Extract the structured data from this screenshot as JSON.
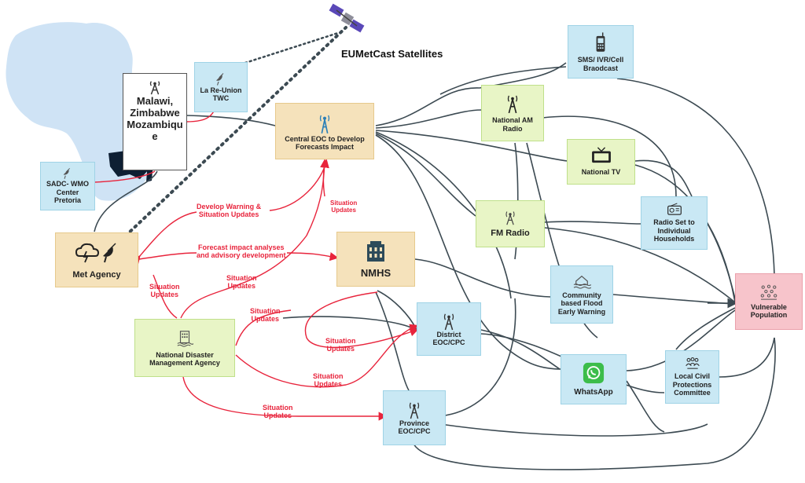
{
  "satellites_label": "EUMetCast Satellites",
  "nodes": {
    "malawi": "Malawi,\nZimbabwe\nMozambiqu\ne",
    "la_reunion": "La Re-Union\nTWC",
    "sadc": "SADC- WMO\nCenter\nPretoria",
    "central_eoc": "Central EOC to  Develop\nForecasts Impact",
    "met_agency": "Met Agency",
    "nmhs": "NMHS",
    "ndma": "National Disaster\nManagement Agency",
    "district": "District\nEOC/CPC",
    "province": "Province\nEOC/CPC",
    "sms": "SMS/ IVR/Cell\nBraodcast",
    "am_radio": "National AM\nRadio",
    "national_tv": "National TV",
    "fm_radio": "FM  Radio",
    "radio_set": "Radio Set to\nIndividual\nHouseholds",
    "community": "Community\nbased Flood\nEarly Warning",
    "whatsapp": "WhatsApp",
    "local_civil": "Local Civil\nProtections\nCommittee",
    "vulnerable": "Vulnerable\nPopulation"
  },
  "edge_labels": {
    "develop_warning": "Develop Warning  &\nSituation Updates",
    "forecast_impact": "Forecast impact  analyses\nand advisory development",
    "situation_central_nmhs": "Situation\nUpdates",
    "situation_met_ndma": "Situation\nUpdates",
    "situation_ndma_central": "Situation\nUpdates",
    "situation_ndma_nmhs": "Situation\nUpdates",
    "situation_district_1": "Situation\nUpdates",
    "situation_district_2": "Situation\nUpdates",
    "situation_province": "Situation\nUpdates"
  },
  "colors": {
    "blue": "#c9e8f4",
    "green": "#e8f5c6",
    "tan": "#f5e2bb",
    "pink": "#f7c4cb",
    "red_arrow": "#e8243c",
    "connector": "#3c4a52"
  },
  "icons": {
    "malawi": "radio-tower-icon",
    "la_reunion": "satellite-dish-icon",
    "sadc": "satellite-dish-icon",
    "central_eoc": "radio-tower-icon",
    "met_agency": "storm-cloud-satellite-icon",
    "nmhs": "office-building-icon",
    "ndma": "flooded-building-icon",
    "district": "radio-tower-icon",
    "province": "radio-tower-icon",
    "sms": "cell-phone-icon",
    "am_radio": "radio-tower-icon",
    "national_tv": "television-icon",
    "fm_radio": "radio-tower-icon",
    "radio_set": "radio-icon",
    "community": "flood-house-icon",
    "whatsapp": "whatsapp-icon",
    "local_civil": "group-people-icon",
    "vulnerable": "crowd-icon",
    "satellite": "satellite-icon"
  }
}
